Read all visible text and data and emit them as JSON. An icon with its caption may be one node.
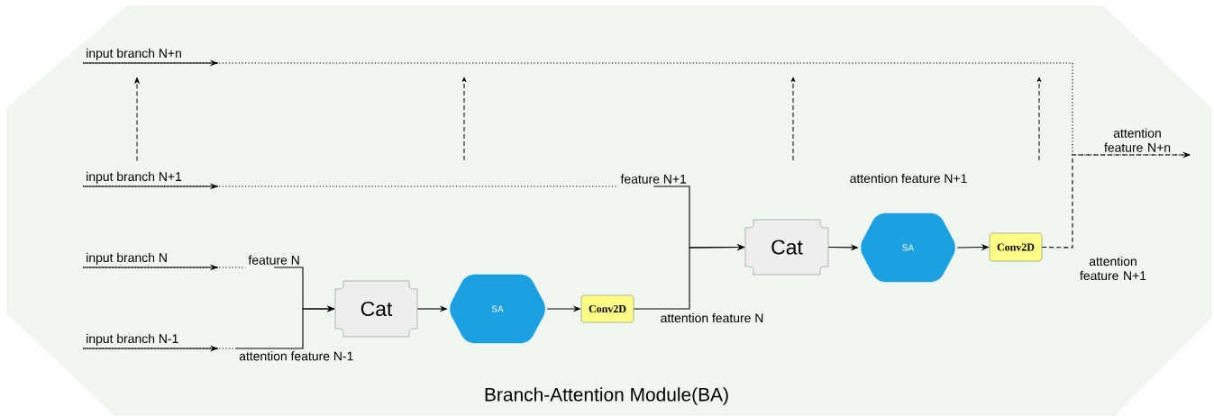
{
  "diagram": {
    "nodes": [
      {
        "text": [
          "Branch-Attention Module(BA)"
        ]
      },
      {
        "text": [
          "input branch N+n"
        ],
        "in": 0
      },
      {
        "text": [
          "input branch N+1"
        ],
        "in": 0
      },
      {
        "text": [
          "feature N+1"
        ],
        "in": 0
      },
      {
        "text": [
          "input branch N"
        ],
        "in": 0
      },
      {
        "text": [
          "feature N"
        ],
        "in": 0
      },
      {
        "text": [
          "input branch N-1"
        ],
        "in": 0
      },
      {
        "text": [
          "attention feature N-1"
        ],
        "in": 0
      },
      {
        "text": [
          "Cat"
        ],
        "in": 0
      },
      {
        "text": [
          "SA"
        ],
        "in": 0
      },
      {
        "text": [
          "Conv2D"
        ],
        "in": 0
      },
      {
        "text": [
          "Cat"
        ],
        "in": 0
      },
      {
        "text": [
          "SA"
        ],
        "in": 0
      },
      {
        "text": [
          "Conv2D"
        ],
        "in": 0
      },
      {
        "text": [
          "attention feature N+n"
        ],
        "in": 0
      }
    ],
    "edges": [
      {
        "from": 1,
        "to": 14,
        "arrow": "to",
        "style": "dashed"
      },
      {
        "from": 2,
        "to": 3,
        "arrow": "to",
        "style": "dashed"
      },
      {
        "from": 3,
        "to": 11,
        "arrow": "to"
      },
      {
        "from": 4,
        "to": 5,
        "arrow": "to",
        "style": "dashed"
      },
      {
        "from": 5,
        "to": 8,
        "arrow": "to"
      },
      {
        "from": 6,
        "to": 7,
        "arrow": "to",
        "style": "dashed"
      },
      {
        "from": 2,
        "to": 1,
        "arrow": "to",
        "style": "dashed"
      },
      {
        "from": 7,
        "to": 8,
        "arrow": "to"
      },
      {
        "from": 8,
        "to": 9,
        "arrow": "to"
      },
      {
        "from": 9,
        "to": 10,
        "arrow": "to"
      },
      {
        "from": 10,
        "to": 11,
        "arrow": "to",
        "label": "attention feature N"
      },
      {
        "from": 11,
        "to": 12,
        "arrow": "to"
      },
      {
        "from": 12,
        "to": 13,
        "arrow": "to"
      },
      {
        "from": 13,
        "to": 14,
        "arrow": "to",
        "label": "attention feature N+1",
        "style": "dashed"
      }
    ],
    "labels": [
      "attention feature N+1"
    ]
  }
}
